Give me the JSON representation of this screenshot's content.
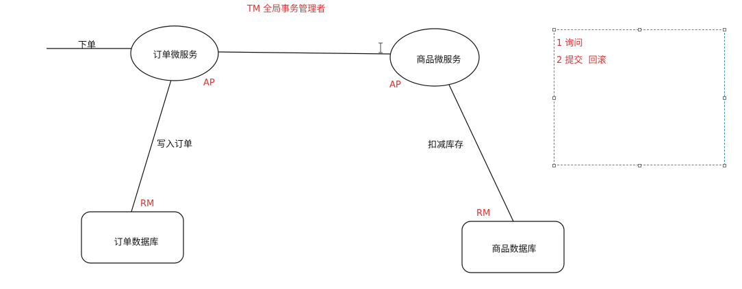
{
  "title": "TM 全局事务管理者",
  "nodes": {
    "order_service": "订单微服务",
    "goods_service": "商品微服务",
    "order_db": "订单数据库",
    "goods_db": "商品数据库"
  },
  "edges": {
    "place_order": "下单",
    "write_order": "写入订单",
    "deduct_stock": "扣减库存"
  },
  "roles": {
    "ap_order": "AP",
    "ap_goods": "AP",
    "rm_order": "RM",
    "rm_goods": "RM"
  },
  "note": {
    "line1": "1 询问",
    "line2": "2 提交  回滚"
  },
  "colors": {
    "accent_red": "#e0322f",
    "selection_blue": "#3f89c7"
  }
}
